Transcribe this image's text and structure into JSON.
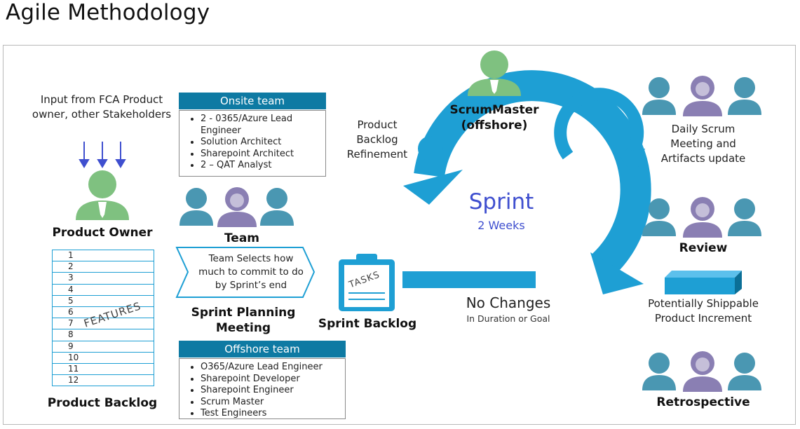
{
  "title": "Agile Methodology",
  "input_text": "Input from FCA Product owner, other Stakeholders",
  "product_owner": "Product Owner",
  "product_backlog": {
    "label": "Product Backlog",
    "items": [
      "1",
      "2",
      "3",
      "4",
      "5",
      "6",
      "7",
      "8",
      "9",
      "10",
      "11",
      "12"
    ],
    "stamp": "FEATURES"
  },
  "onsite_team": {
    "header": "Onsite team",
    "items": [
      "2 - 0365/Azure Lead Engineer",
      "Solution Architect",
      "Sharepoint Architect",
      "2 – QAT Analyst"
    ]
  },
  "team_label": "Team",
  "team_selects": "Team Selects how much to commit to do by Sprint’s end",
  "sprint_planning": "Sprint Planning Meeting",
  "offshore_team": {
    "header": "Offshore team",
    "items": [
      "O365/Azure Lead Engineer",
      "Sharepoint Developer",
      "Sharepoint Engineer",
      "Scrum Master",
      "Test Engineers"
    ]
  },
  "sprint_backlog": {
    "label": "Sprint Backlog",
    "stamp": "TASKS"
  },
  "scrum_master": "ScrumMaster (offshore)",
  "refinement": "Product Backlog Refinement",
  "sprint": {
    "title": "Sprint",
    "duration": "2 Weeks"
  },
  "no_changes": {
    "title": "No Changes",
    "sub": "In Duration or Goal"
  },
  "daily_scrum": "Daily Scrum Meeting and Artifacts update",
  "review": "Review",
  "increment": "Potentially Shippable Product Increment",
  "retrospective": "Retrospective",
  "colors": {
    "arrow_blue": "#1e9fd4",
    "header_blue": "#0e7aa3",
    "person_green": "#7fc180",
    "person_teal": "#4a97b2",
    "sprint_text": "#3f4fcf"
  }
}
